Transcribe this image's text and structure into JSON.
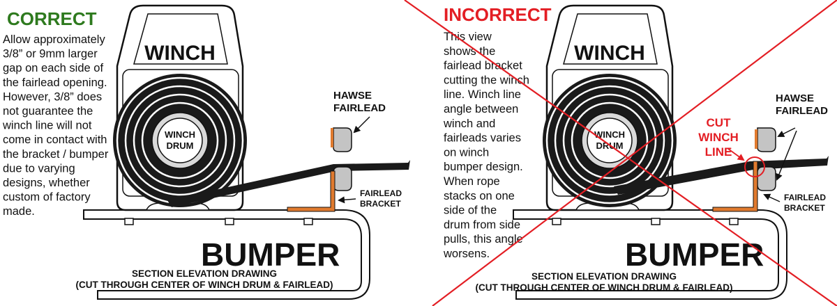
{
  "colors": {
    "correct": "#2e7a1e",
    "incorrect": "#e31e24",
    "bracket": "#e07a2e",
    "fairlead": "#c4c4c4",
    "rope": "#1a1a1a",
    "line": "#111111"
  },
  "left_panel": {
    "heading": "CORRECT",
    "description": [
      "Allow approximately",
      "3/8” or 9mm  larger",
      "gap on each side of",
      "the fairlead opening.",
      "However, 3/8” does",
      "not guarantee the",
      "winch line will not",
      "come in contact with",
      "the bracket / bumper",
      "due to varying",
      "designs, whether",
      "custom of factory",
      "made."
    ],
    "winch_label": "WINCH",
    "drum_label": [
      "WINCH",
      "DRUM"
    ],
    "fairlead_label": [
      "HAWSE",
      "FAIRLEAD"
    ],
    "bracket_label": [
      "FAIRLEAD",
      "BRACKET"
    ],
    "bumper_label": "BUMPER",
    "section_label": [
      "SECTION ELEVATION DRAWING",
      "(CUT THROUGH CENTER OF WINCH DRUM & FAIRLEAD)"
    ]
  },
  "right_panel": {
    "heading": "INCORRECT",
    "description": [
      "This view",
      "shows the",
      "fairlead bracket",
      "cutting the winch",
      "line. Winch line",
      "angle between",
      "winch and",
      "fairleads varies",
      "on winch",
      "bumper design.",
      "When rope",
      "stacks on one",
      "side of the",
      "drum from side",
      "pulls, this angle",
      "worsens."
    ],
    "winch_label": "WINCH",
    "drum_label": [
      "WINCH",
      "DRUM"
    ],
    "fairlead_label": [
      "HAWSE",
      "FAIRLEAD"
    ],
    "cut_label": [
      "CUT",
      "WINCH",
      "LINE"
    ],
    "bracket_label": [
      "FAIRLEAD",
      "BRACKET"
    ],
    "bumper_label": "BUMPER",
    "section_label": [
      "SECTION ELEVATION DRAWING",
      "(CUT THROUGH CENTER OF WINCH DRUM & FAIRLEAD)"
    ]
  }
}
